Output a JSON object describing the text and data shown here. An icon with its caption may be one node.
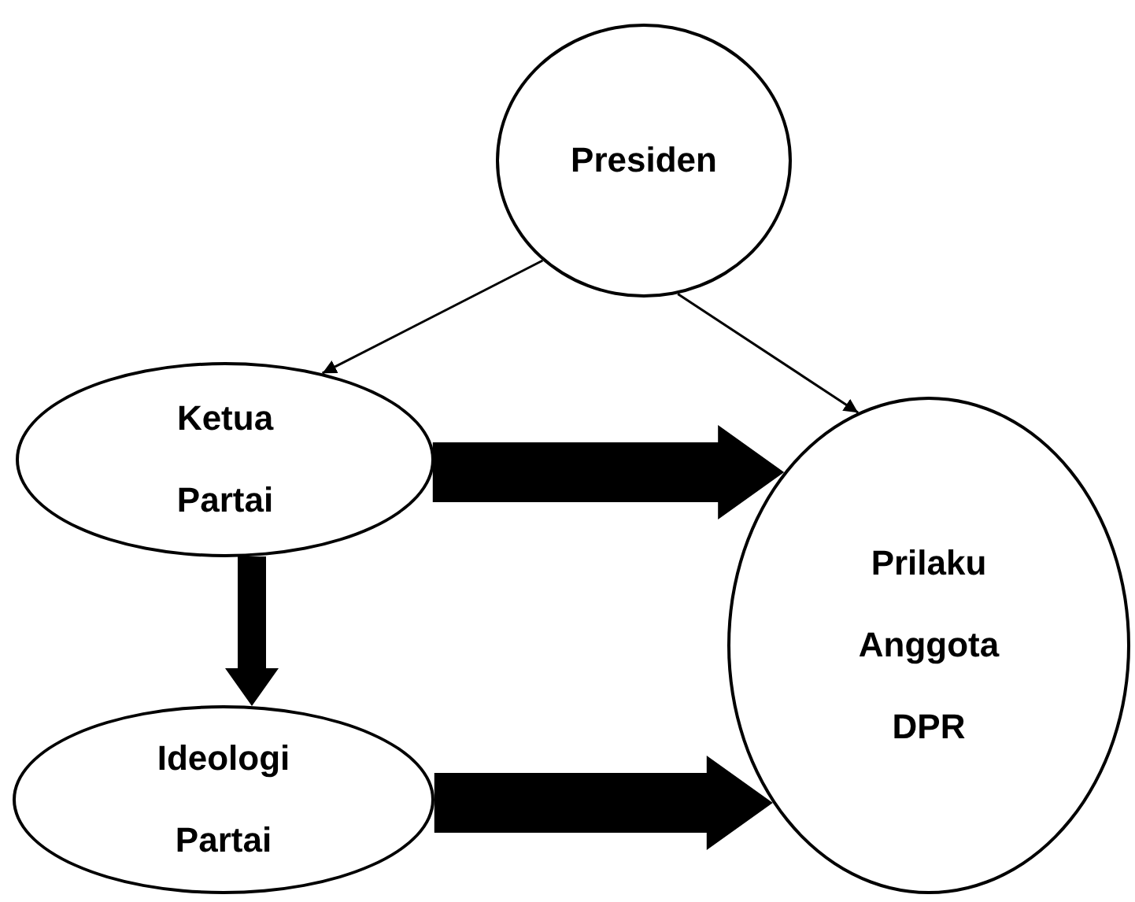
{
  "diagram": {
    "nodes": [
      {
        "text": [
          "Presiden"
        ]
      },
      {
        "text": [
          "Ketua Partai"
        ]
      },
      {
        "text": [
          "Ideologi Partai"
        ]
      },
      {
        "text": [
          "Prilaku Anggota DPR"
        ]
      }
    ],
    "edges": [
      {
        "from": 0,
        "to": 1,
        "arrow": "to"
      },
      {
        "from": 0,
        "to": 3,
        "arrow": "to"
      },
      {
        "from": 1,
        "to": 3,
        "arrow": "to",
        "style": "thick"
      },
      {
        "from": 1,
        "to": 2,
        "arrow": "to",
        "style": "thick"
      },
      {
        "from": 2,
        "to": 3,
        "arrow": "to",
        "style": "thick"
      }
    ]
  }
}
